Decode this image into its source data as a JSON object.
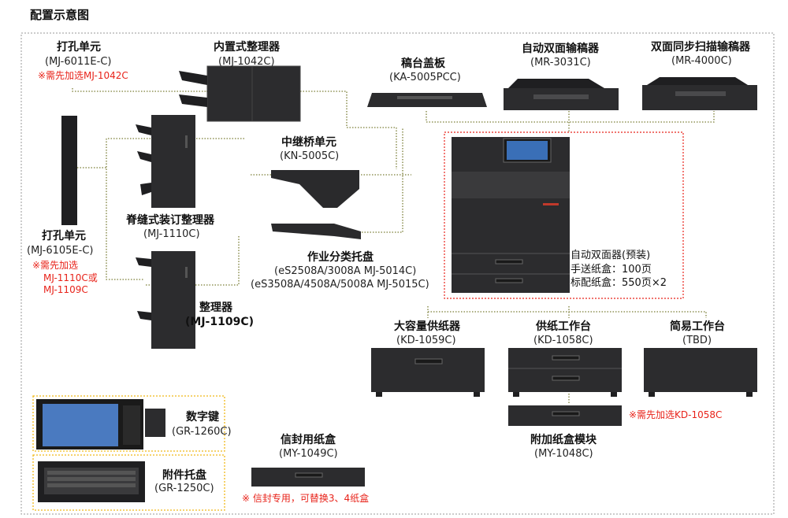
{
  "title": "配置示意图",
  "components": {
    "punch_6011": {
      "name": "打孔单元",
      "model": "(MJ-6011E-C)",
      "note": "※需先加选MJ-1042C"
    },
    "inner_finisher": {
      "name": "内置式整理器",
      "model": "(MJ-1042C)"
    },
    "platen_cover": {
      "name": "稿台盖板",
      "model": "(KA-5005PCC)"
    },
    "radf": {
      "name": "自动双面输稿器",
      "model": "(MR-3031C)"
    },
    "dsdf": {
      "name": "双面同步扫描输稿器",
      "model": "(MR-4000C)"
    },
    "bridge": {
      "name": "中继桥单元",
      "model": "(KN-5005C)"
    },
    "saddle_finisher": {
      "name": "脊缝式装订整理器",
      "model": "(MJ-1110C)"
    },
    "punch_6105": {
      "name": "打孔单元",
      "model": "(MJ-6105E-C)",
      "note_lines": [
        "※需先加选",
        "MJ-1110C或",
        "MJ-1109C"
      ]
    },
    "job_tray": {
      "name": "作业分类托盘",
      "model_lines": [
        "(eS2508A/3008A MJ-5014C)",
        "(eS3508A/4508A/5008A MJ-5015C)"
      ]
    },
    "finisher_1109": {
      "name": "整理器",
      "model": "(MJ-1109C)"
    },
    "main_unit": {
      "features": [
        "自动双面器(预装)",
        "手送纸盒：100页",
        "标配纸盒：550页×2"
      ]
    },
    "lcf": {
      "name": "大容量供纸器",
      "model": "(KD-1059C)"
    },
    "paper_desk": {
      "name": "供纸工作台",
      "model": "(KD-1058C)"
    },
    "simple_desk": {
      "name": "简易工作台",
      "model": "(TBD)"
    },
    "addon_drawer": {
      "name": "附加纸盒模块",
      "model": "(MY-1048C)",
      "note": "※需先加选KD-1058C"
    },
    "keypad": {
      "name": "数字键",
      "model": "(GR-1260C)"
    },
    "accessory_tray": {
      "name": "附件托盘",
      "model": "(GR-1250C)"
    },
    "envelope_cassette": {
      "name": "信封用纸盒",
      "model": "(MY-1049C)",
      "note": "※  信封专用，可替换3、4纸盒"
    }
  },
  "colors": {
    "line": "#7a7d35",
    "red_border": "#e8231a",
    "yellow_border": "#f1b817",
    "outer_border": "#9a9a9a",
    "device": "#2c2c2e"
  }
}
